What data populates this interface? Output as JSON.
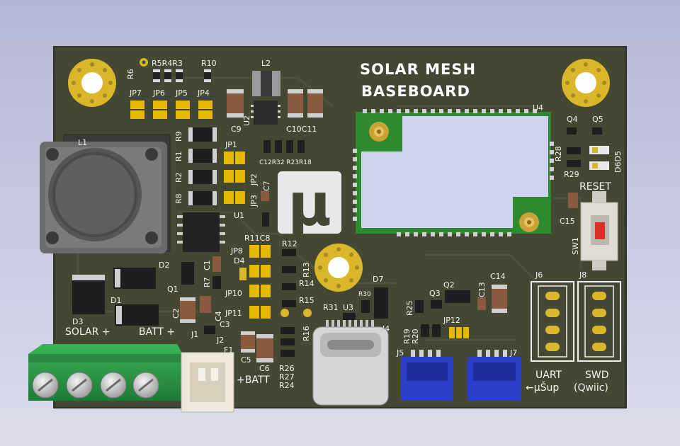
{
  "board": {
    "title_line1": "SOLAR MESH",
    "title_line2": "BASEBOARD",
    "logo_glyph": "μ"
  },
  "colors": {
    "background_top": "#b4b6d6",
    "background_bottom": "#dcdcec",
    "pcb": "#444832",
    "silkscreen": "#f2f2f2",
    "gold": "#d9b62a",
    "terminal_green": "#2e9a4a",
    "connector_blue": "#2a3ec8",
    "module_green": "#2e8a2e"
  },
  "labels": {
    "r5r4r3": "R5R4R3",
    "r10": "R10",
    "r6": "R6",
    "l2": "L2",
    "jp7": "JP7",
    "jp6": "JP6",
    "jp5": "JP5",
    "jp4": "JP4",
    "u2": "U2",
    "c9": "C9",
    "c10c11": "C10C11",
    "u4": "U4",
    "l1": "L1",
    "r9": "R9",
    "r1": "R1",
    "r2": "R2",
    "r8": "R8",
    "jp1": "JP1",
    "jp2": "JP2",
    "jp3": "JP3",
    "c12": "C12R32 R23R18",
    "c7": "C7",
    "u1": "U1",
    "r11c8": "R11C8",
    "r12": "R12",
    "r13": "R13",
    "r14": "R14",
    "r15": "R15",
    "r16": "R16",
    "jp8": "JP8",
    "d4": "D4",
    "c1": "C1",
    "r7": "R7",
    "jp10": "JP10",
    "jp11": "JP11",
    "c4": "C4",
    "c2": "C2",
    "d2": "D2",
    "q1": "Q1",
    "d1": "D1",
    "d3": "D3",
    "solar": "SOLAR  +",
    "batt": "BATT  +",
    "j1": "J1",
    "j2": "J2",
    "f1": "F1",
    "c3": "C3",
    "c5": "C5",
    "c6": "C6",
    "r26": "R26",
    "r27": "R27",
    "r24": "R24",
    "batt2": "+BATT",
    "r31": "R31",
    "u3": "U3",
    "r30": "R30",
    "d7": "D7",
    "j4": "J4",
    "q4": "Q4",
    "q5": "Q5",
    "r28": "R28",
    "r29": "R29",
    "d6d5": "D6D5",
    "reset": "RESET",
    "c15": "C15",
    "sw1": "SW1",
    "q2": "Q2",
    "q3": "Q3",
    "c13": "C13",
    "c14": "C14",
    "r25": "R25",
    "r19": "R19",
    "r20": "R20",
    "jp12": "JP12",
    "j5": "J5",
    "j7": "J7",
    "j6": "J6",
    "j8": "J8",
    "uart": "UART",
    "swd": "SWD",
    "usup": "←µŠup",
    "qwiic": "(Qwiic)"
  }
}
